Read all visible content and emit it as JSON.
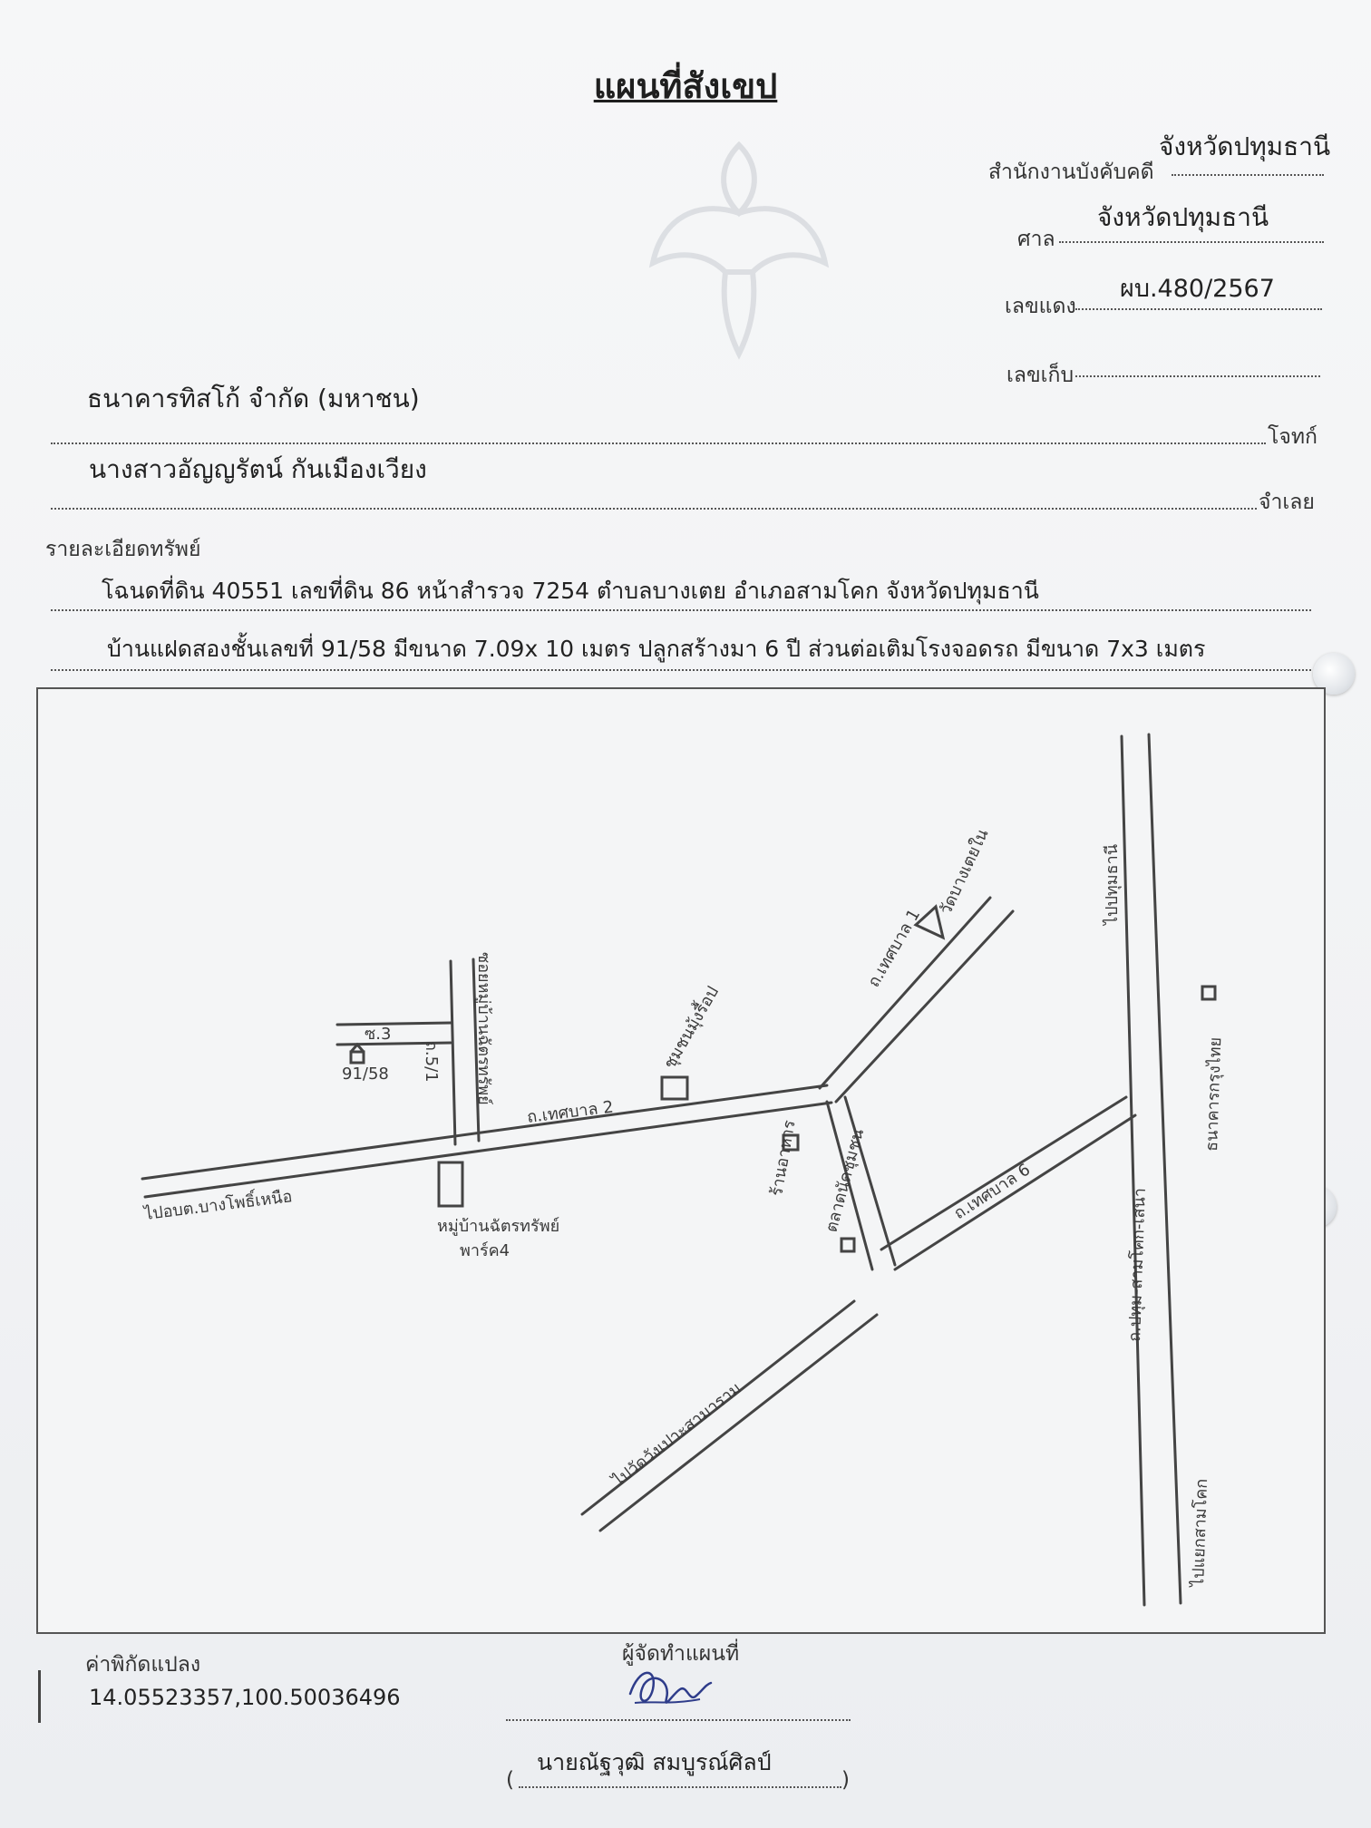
{
  "header": {
    "title": "แผนที่สังเขป",
    "office_label": "สำนักงานบังคับคดี",
    "office_value": "จังหวัดปทุมธานี",
    "court_label": "ศาล",
    "court_value": "จังหวัดปทุมธานี",
    "red_case_label": "เลขแดง",
    "red_case_value": "ผบ.480/2567",
    "storage_label": "เลขเก็บ",
    "storage_value": ""
  },
  "parties": {
    "plaintiff_name": "ธนาคารทิสโก้ จำกัด (มหาชน)",
    "plaintiff_label": "โจทก์",
    "defendant_name": "นางสาวอัญญรัตน์ กันเมืองเวียง",
    "defendant_label": "จำเลย"
  },
  "property": {
    "heading": "รายละเอียดทรัพย์",
    "line1": "โฉนดที่ดิน 40551 เลขที่ดิน 86 หน้าสำรวจ 7254 ตำบลบางเตย อำเภอสามโคก จังหวัดปทุมธานี",
    "line2": "บ้านแฝดสองชั้นเลขที่ 91/58 มีขนาด 7.09x 10 เมตร ปลูกสร้างมา 6 ปี ส่วนต่อเติมโรงจอดรถ มีขนาด 7x3 เมตร"
  },
  "map": {
    "labels": {
      "to_bangpho": "ไปอบต.บางโพธิ์เหนือ",
      "village": "หมู่บ้านฉัตรทรัพย์",
      "village2": "พาร์ค4",
      "soi3": "ซ.3",
      "house_no": "91/58",
      "soi_village": "ถ.5/1",
      "village_road": "ซอยหมู่บ้านฉัตรทรัพย์",
      "thesaban2": "ถ.เทศบาล 2",
      "community_shop": "ชุมชนมุ้งรื้อป",
      "thesaban1": "ถ.เทศบาล 1",
      "wat": "วัดบางเตยใน",
      "to_pathum": "ไปปทุมธานี",
      "restaurant": "ร้านอาหาร",
      "market": "ตลาดนัดชุมชน",
      "thesaban6": "ถ.เทศบาล 6",
      "to_wat_roads": "ไปวัดวังเปาะสามาราม",
      "main_road": "ถ.ปทุม-สามโคก-เสนา",
      "bank": "ธนาคารกรุงไทย",
      "to_samkhok": "ไปแยกสามโคก"
    }
  },
  "footer": {
    "coord_label": "ค่าพิกัดแปลง",
    "coord_value": "14.05523357,100.50036496",
    "maker_label": "ผู้จัดทำแผนที่",
    "maker_name": "นายณัฐวุฒิ  สมบูรณ์ศิลป์"
  },
  "colors": {
    "ink": "#3a3a3a",
    "signature": "#2e3c8a",
    "paper": "#f4f5f6"
  }
}
